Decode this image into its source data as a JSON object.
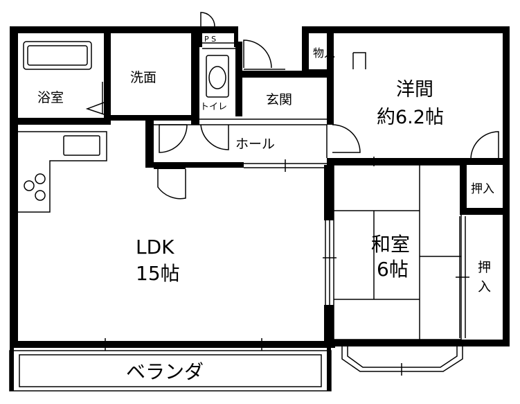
{
  "rooms": {
    "bath": "浴室",
    "washroom": "洗面",
    "ps": "P S",
    "toilet": "トイレ",
    "entrance": "玄関",
    "storage": "物入",
    "western_name": "洋間",
    "western_size": "約6.2帖",
    "hall": "ホール",
    "closet_small": "押入",
    "ldk_name": "LDK",
    "ldk_size": "15帖",
    "japanese_name": "和室",
    "japanese_size": "6帖",
    "closet_large_1": "押",
    "closet_large_2": "入",
    "veranda": "ベランダ"
  }
}
